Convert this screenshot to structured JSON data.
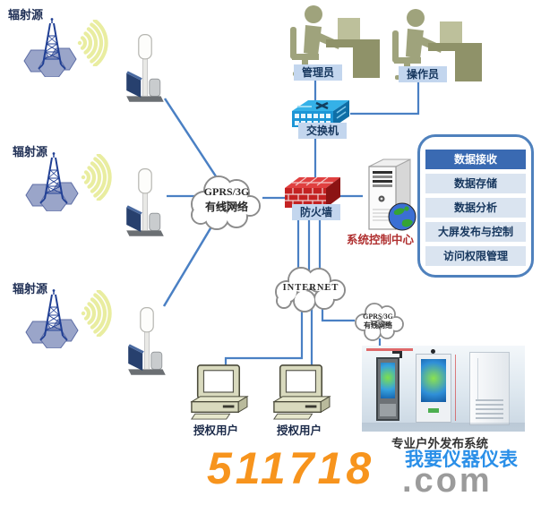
{
  "diagram": {
    "sources": [
      {
        "label": "辐射源"
      },
      {
        "label": "辐射源"
      },
      {
        "label": "辐射源"
      }
    ],
    "wan_cloud": {
      "line1": "GPRS/3G",
      "line2": "有线网络"
    },
    "internet_cloud": {
      "label": "INTERNET"
    },
    "small_wan_cloud": {
      "line1": "GPRS/3G",
      "line2": "有线网络"
    },
    "admin_label": "管理员",
    "operator_label": "操作员",
    "switch_label": "交换机",
    "firewall_label": "防火墙",
    "server_label": "系统控制中心",
    "users": [
      {
        "label": "授权用户"
      },
      {
        "label": "授权用户"
      }
    ],
    "outdoor_label": "专业户外发布系统",
    "control_panel": {
      "items": [
        {
          "label": "数据接收"
        },
        {
          "label": "数据存储"
        },
        {
          "label": "数据分析"
        },
        {
          "label": "大屏发布与控制"
        },
        {
          "label": "访问权限管理"
        }
      ]
    }
  },
  "watermark": {
    "number": "511718",
    "site_name": "我要仪器仪表",
    "domain_suffix": ".com"
  },
  "colors": {
    "connection_line": "#4a80c4",
    "label_box_bg": "#c3d6ee",
    "label_text": "#17375e",
    "panel_border": "#4f81bd",
    "panel_active_bg": "#3a6ab2",
    "panel_item_bg": "#dae4f0",
    "server_label_text": "#b03030",
    "watermark_orange": "#f7941d",
    "watermark_blue": "#2a8fe8",
    "watermark_gray": "#9b9b9b",
    "wifi_arc": "#e9eda0",
    "firewall_red": "#c42222",
    "switch_blue": "#1d96d6"
  }
}
